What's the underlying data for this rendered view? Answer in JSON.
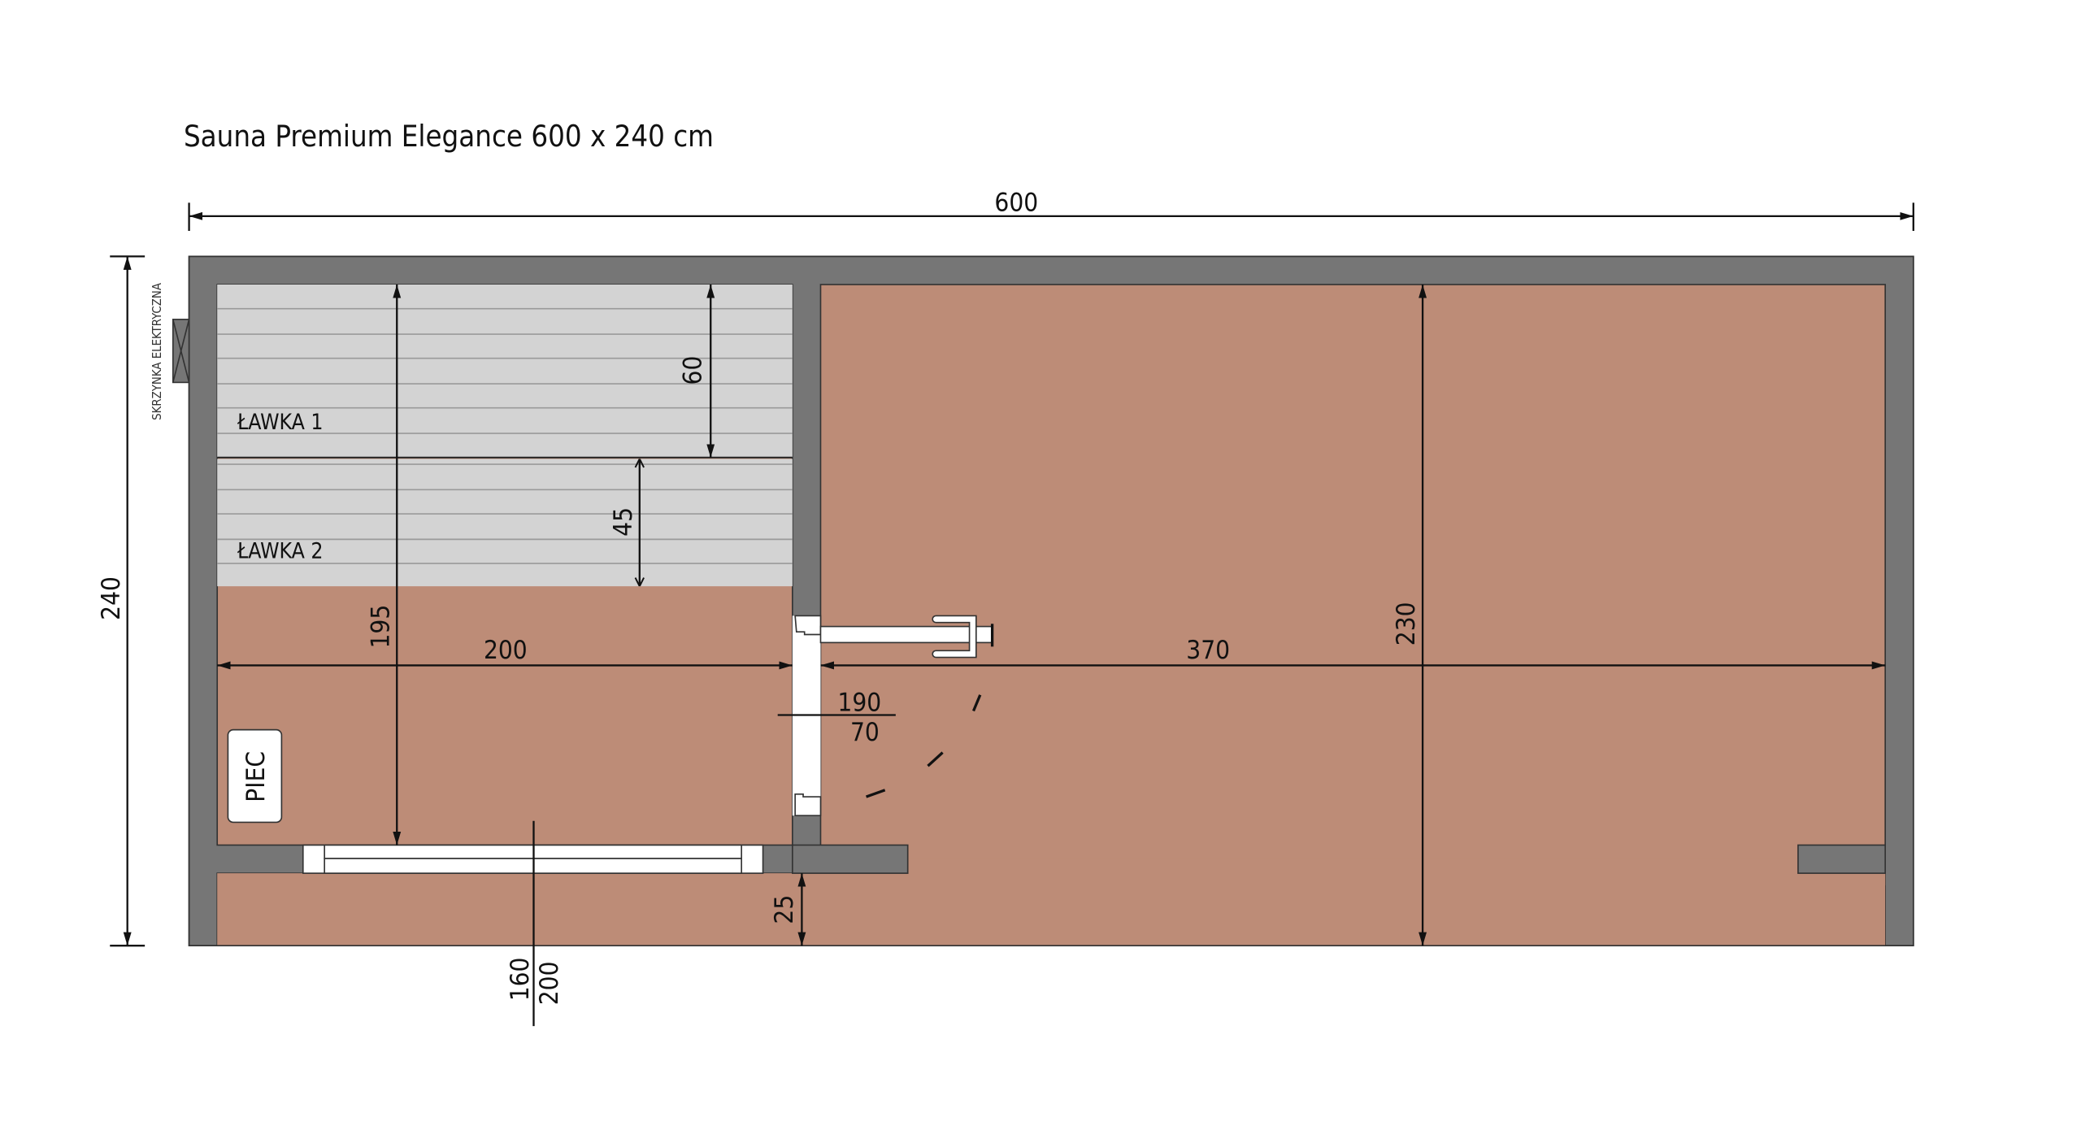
{
  "title": "Sauna Premium Elegance 600 x 240 cm",
  "labels": {
    "electrical_box": "SKRZYNKA ELEKTRYCZNA",
    "bench_1": "ŁAWKA 1",
    "bench_2": "ŁAWKA 2",
    "stove": "PIEC"
  },
  "dimensions": {
    "total_width": "600",
    "total_depth": "240",
    "sauna_depth": "195",
    "bench_1_depth": "60",
    "bench_2_depth": "45",
    "sauna_width": "200",
    "room_width": "370",
    "room_depth": "230",
    "terrace_depth": "25",
    "door_height": "190",
    "door_width": "70",
    "window_height": "160",
    "window_width": "200"
  },
  "colors": {
    "wall": "#767676",
    "floor": "#bd8c77",
    "bench": "#d3d3d3"
  }
}
